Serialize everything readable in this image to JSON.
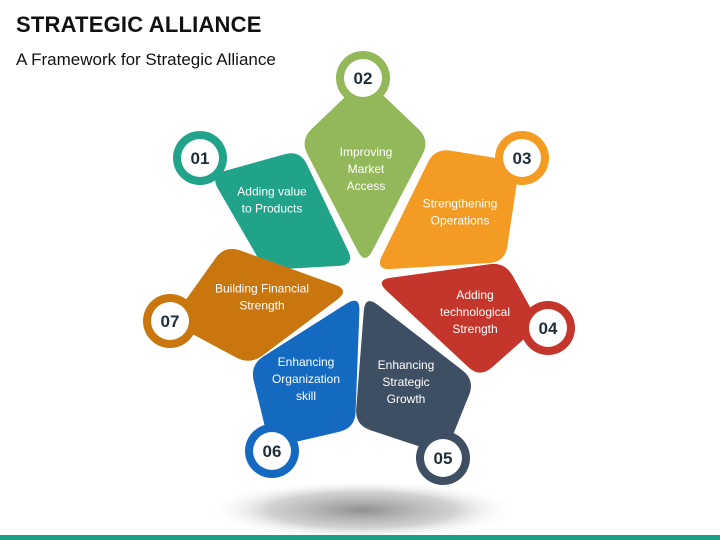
{
  "slide": {
    "title": "STRATEGIC ALLIANCE",
    "subtitle": "A Framework for Strategic Alliance"
  },
  "items": [
    {
      "number": "01",
      "lines": [
        "Adding value",
        "to Products"
      ],
      "color": "#21a38a"
    },
    {
      "number": "02",
      "lines": [
        "Improving",
        "Market",
        "Access"
      ],
      "color": "#93b85a"
    },
    {
      "number": "03",
      "lines": [
        "Strengthening",
        "Operations"
      ],
      "color": "#f39b23"
    },
    {
      "number": "04",
      "lines": [
        "Adding",
        "technological",
        "Strength"
      ],
      "color": "#c4352b"
    },
    {
      "number": "05",
      "lines": [
        "Enhancing",
        "Strategic",
        "Growth"
      ],
      "color": "#3e4f63"
    },
    {
      "number": "06",
      "lines": [
        "Enhancing",
        "Organization",
        "skill"
      ],
      "color": "#1469c0"
    },
    {
      "number": "07",
      "lines": [
        "Building Financial",
        "Strength"
      ],
      "color": "#c9760e"
    }
  ]
}
